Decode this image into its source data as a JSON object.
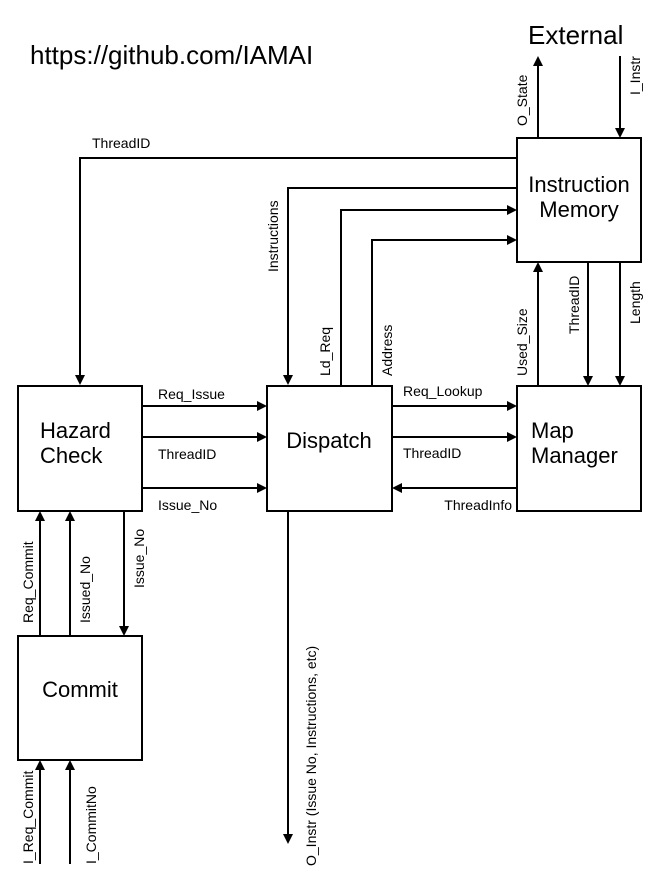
{
  "header": {
    "url": "https://github.com/IAMAI",
    "external": "External"
  },
  "blocks": {
    "instruction_memory": [
      "Instruction",
      "Memory"
    ],
    "hazard_check": [
      "Hazard",
      "Check"
    ],
    "dispatch": "Dispatch",
    "map_manager": [
      "Map",
      "Manager"
    ],
    "commit": "Commit"
  },
  "signals": {
    "o_state": "O_State",
    "i_instr": "I_Instr",
    "threadid_mem_to_hazard": "ThreadID",
    "instructions": "Instructions",
    "ld_req": "Ld_Req",
    "address": "Address",
    "used_size": "Used_Size",
    "threadid_map_to_mem": "ThreadID",
    "length": "Length",
    "req_issue": "Req_Issue",
    "threadid_hazard_to_dispatch": "ThreadID",
    "issue_no_to_dispatch": "Issue_No",
    "req_lookup": "Req_Lookup",
    "threadid_dispatch_to_map": "ThreadID",
    "threadinfo": "ThreadInfo",
    "req_commit": "Req_Commit",
    "issued_no": "Issued_No",
    "issue_no_to_commit": "Issue_No",
    "i_req_commit": "I_Req_Commit",
    "i_commitno": "I_CommitNo",
    "o_instr": "O_Instr (Issue No, Instructions, etc)"
  }
}
